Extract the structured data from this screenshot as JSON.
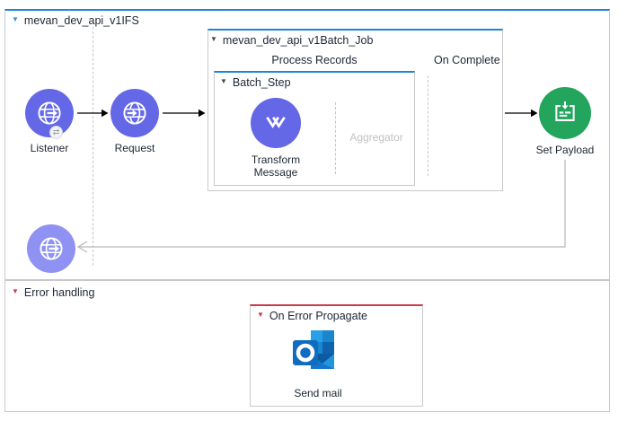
{
  "flow": {
    "title": "mevan_dev_api_v1IFS",
    "listener_label": "Listener",
    "request_label": "Request",
    "set_payload_label": "Set Payload",
    "batch_job": {
      "title": "mevan_dev_api_v1Batch_Job",
      "process_records_label": "Process Records",
      "on_complete_label": "On Complete",
      "batch_step": {
        "title": "Batch_Step",
        "transform_message_label": "Transform Message",
        "aggregator_placeholder": "Aggregator"
      }
    }
  },
  "error_handling": {
    "title": "Error handling",
    "on_error_propagate": {
      "title": "On Error Propagate",
      "send_mail_label": "Send mail"
    }
  },
  "icons": {
    "collapse_icon": "▼",
    "http_icon": "globe-with-arrow",
    "listener_badge_icon": "⇄",
    "transform_icon": "dataweave-chevrons",
    "set_payload_icon": "document-with-down-arrow",
    "send_mail_icon": "outlook-logo"
  },
  "colors": {
    "container_accent_blue": "#1d86d8",
    "http_purple": "#6468e6",
    "ghost_purple": "#8f92f2",
    "set_payload_green": "#23a55e",
    "error_red": "#c83c4c",
    "border_gray": "#c9c9c9",
    "disabled_text": "#c2c2c2"
  }
}
